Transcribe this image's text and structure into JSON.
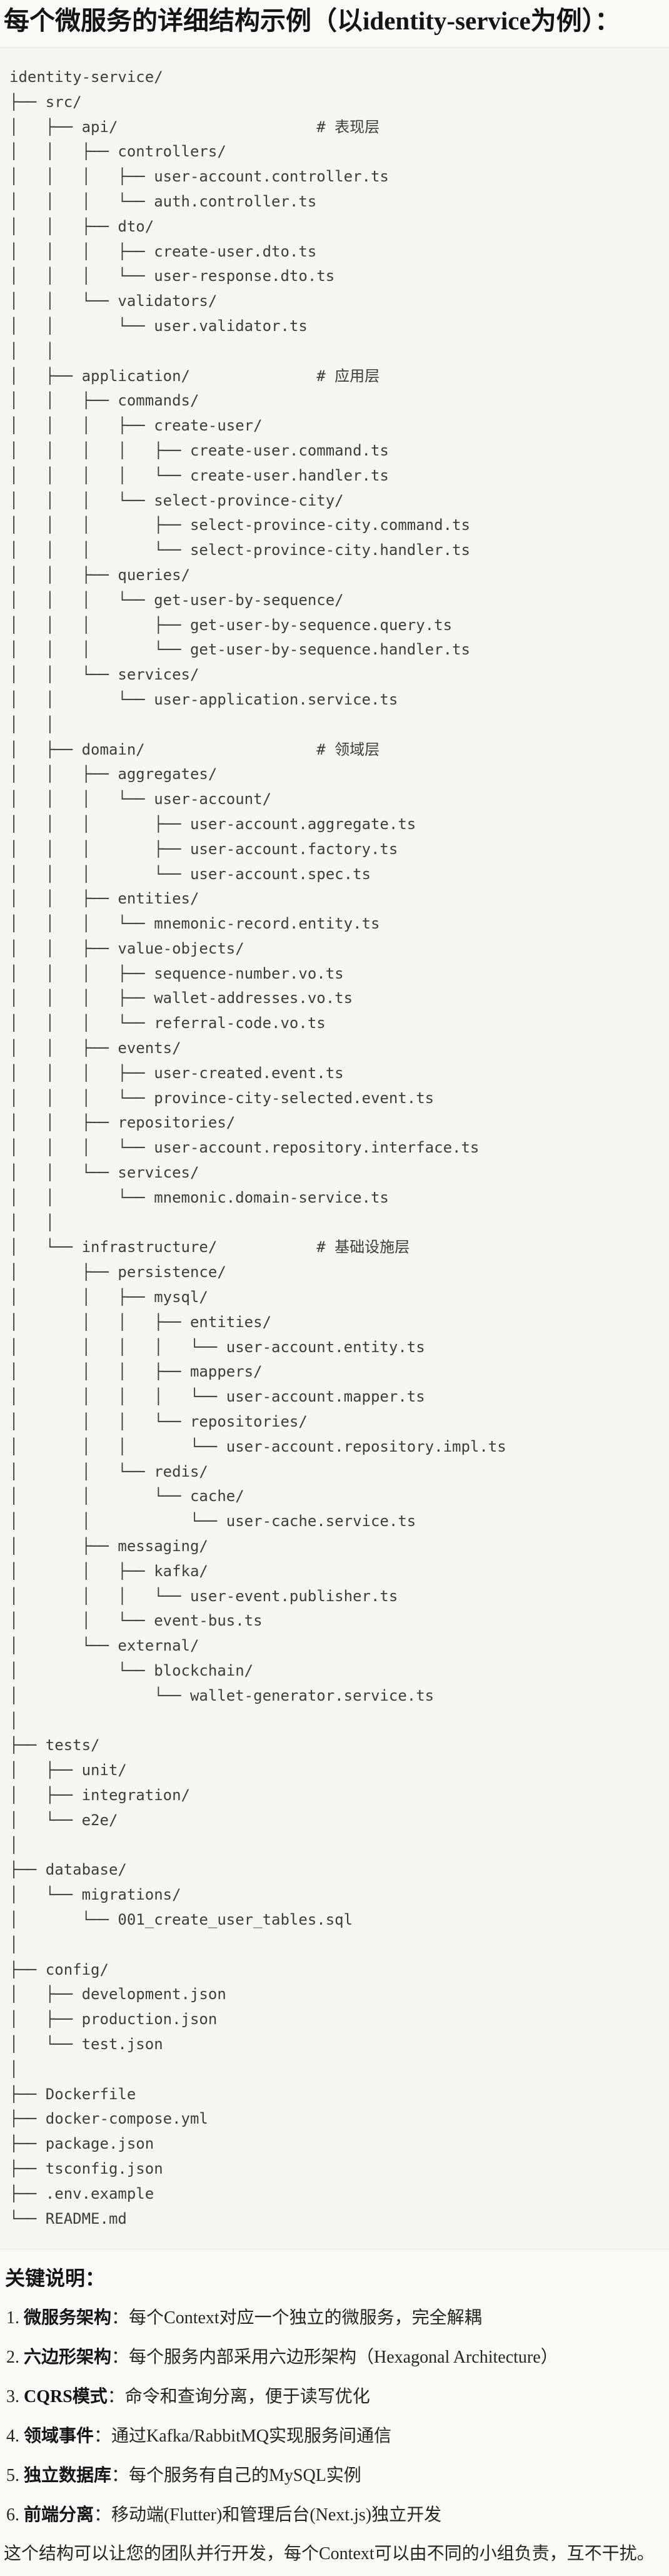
{
  "page": {
    "title": "每个微服务的详细结构示例（以identity-service为例）：",
    "background_color": "#faf9f5",
    "code_block_background": "#f6f5f0",
    "border_color": "#e8e6e0",
    "tree_text_color": "#3d3d3a",
    "heading_text_color": "#141413"
  },
  "code_block": {
    "language": "plaintext",
    "lines": [
      "identity-service/",
      "├── src/",
      "│   ├── api/                      # 表现层",
      "│   │   ├── controllers/",
      "│   │   │   ├── user-account.controller.ts",
      "│   │   │   └── auth.controller.ts",
      "│   │   ├── dto/",
      "│   │   │   ├── create-user.dto.ts",
      "│   │   │   └── user-response.dto.ts",
      "│   │   └── validators/",
      "│   │       └── user.validator.ts",
      "│   │",
      "│   ├── application/              # 应用层",
      "│   │   ├── commands/",
      "│   │   │   ├── create-user/",
      "│   │   │   │   ├── create-user.command.ts",
      "│   │   │   │   └── create-user.handler.ts",
      "│   │   │   └── select-province-city/",
      "│   │   │       ├── select-province-city.command.ts",
      "│   │   │       └── select-province-city.handler.ts",
      "│   │   ├── queries/",
      "│   │   │   └── get-user-by-sequence/",
      "│   │   │       ├── get-user-by-sequence.query.ts",
      "│   │   │       └── get-user-by-sequence.handler.ts",
      "│   │   └── services/",
      "│   │       └── user-application.service.ts",
      "│   │",
      "│   ├── domain/                   # 领域层",
      "│   │   ├── aggregates/",
      "│   │   │   └── user-account/",
      "│   │   │       ├── user-account.aggregate.ts",
      "│   │   │       ├── user-account.factory.ts",
      "│   │   │       └── user-account.spec.ts",
      "│   │   ├── entities/",
      "│   │   │   └── mnemonic-record.entity.ts",
      "│   │   ├── value-objects/",
      "│   │   │   ├── sequence-number.vo.ts",
      "│   │   │   ├── wallet-addresses.vo.ts",
      "│   │   │   └── referral-code.vo.ts",
      "│   │   ├── events/",
      "│   │   │   ├── user-created.event.ts",
      "│   │   │   └── province-city-selected.event.ts",
      "│   │   ├── repositories/",
      "│   │   │   └── user-account.repository.interface.ts",
      "│   │   └── services/",
      "│   │       └── mnemonic.domain-service.ts",
      "│   │",
      "│   └── infrastructure/           # 基础设施层",
      "│       ├── persistence/",
      "│       │   ├── mysql/",
      "│       │   │   ├── entities/",
      "│       │   │   │   └── user-account.entity.ts",
      "│       │   │   ├── mappers/",
      "│       │   │   │   └── user-account.mapper.ts",
      "│       │   │   └── repositories/",
      "│       │   │       └── user-account.repository.impl.ts",
      "│       │   └── redis/",
      "│       │       └── cache/",
      "│       │           └── user-cache.service.ts",
      "│       ├── messaging/",
      "│       │   ├── kafka/",
      "│       │   │   └── user-event.publisher.ts",
      "│       │   └── event-bus.ts",
      "│       └── external/",
      "│           └── blockchain/",
      "│               └── wallet-generator.service.ts",
      "│",
      "├── tests/",
      "│   ├── unit/",
      "│   ├── integration/",
      "│   └── e2e/",
      "│",
      "├── database/",
      "│   └── migrations/",
      "│       └── 001_create_user_tables.sql",
      "│",
      "├── config/",
      "│   ├── development.json",
      "│   ├── production.json",
      "│   └── test.json",
      "│",
      "├── Dockerfile",
      "├── docker-compose.yml",
      "├── package.json",
      "├── tsconfig.json",
      "├── .env.example",
      "└── README.md"
    ]
  },
  "notes": {
    "heading": "关键说明：",
    "items": [
      {
        "num": "1. ",
        "term": "微服务架构",
        "desc": "：每个Context对应一个独立的微服务，完全解耦"
      },
      {
        "num": "2. ",
        "term": "六边形架构",
        "desc": "：每个服务内部采用六边形架构（Hexagonal Architecture）"
      },
      {
        "num": "3. ",
        "term": "CQRS模式",
        "desc": "：命令和查询分离，便于读写优化"
      },
      {
        "num": "4. ",
        "term": "领域事件",
        "desc": "：通过Kafka/RabbitMQ实现服务间通信"
      },
      {
        "num": "5. ",
        "term": "独立数据库",
        "desc": "：每个服务有自己的MySQL实例"
      },
      {
        "num": "6. ",
        "term": "前端分离",
        "desc": "：移动端(Flutter)和管理后台(Next.js)独立开发"
      }
    ],
    "footer": "这个结构可以让您的团队并行开发，每个Context可以由不同的小组负责，互不干扰。"
  }
}
